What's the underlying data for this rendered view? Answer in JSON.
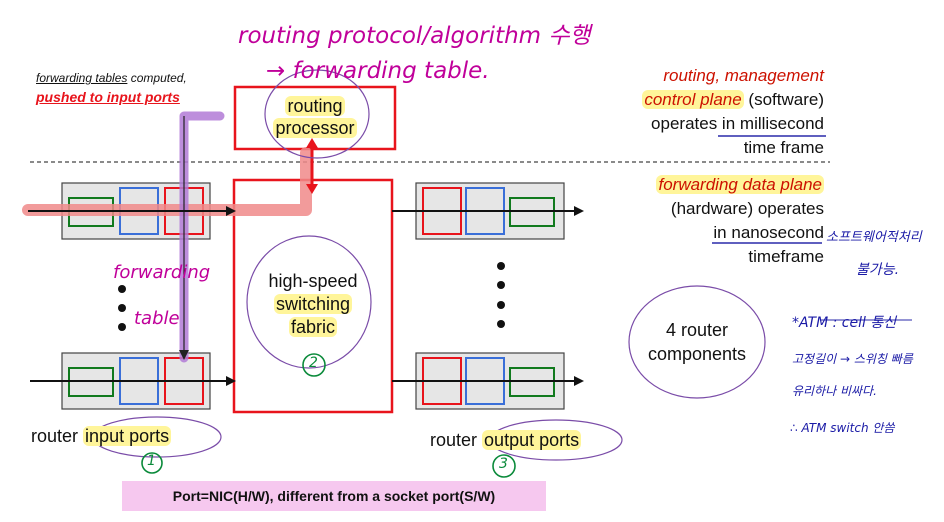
{
  "labels": {
    "fwd_tables_computed": "forwarding tables computed,",
    "pushed_to_input": "pushed to input ports",
    "routing_processor_line1": "routing",
    "routing_processor_line2": "processor",
    "fabric_line1": "high-speed",
    "fabric_line2": "switching",
    "fabric_line3": "fabric",
    "components_line1": "4 router",
    "components_line2": "components",
    "router_input_prefix": "router",
    "router_input_ports": "input ports",
    "router_output_prefix": "router",
    "router_output_ports": "output ports",
    "port_note": "Port=NIC(H/W), different from a socket port(S/W)"
  },
  "control_plane": {
    "routing": "routing",
    "comma_management": ", management",
    "control_plane": "control plane",
    "software": "(software)",
    "operates_in": "operates in",
    "millisecond": "millisecond",
    "time_frame": "time frame"
  },
  "data_plane": {
    "forwarding_data_plane": "forwarding data plane",
    "hardware": "(hardware) operates",
    "in": "in",
    "nanosecond": "nanosecond",
    "timeframe": "timeframe"
  },
  "handwriting": {
    "top_line1": "routing protocol/algorithm 수행",
    "top_line2": "→ forwarding table.",
    "forwarding_table_1": "forwarding",
    "forwarding_table_2": "table",
    "nano_note_1": "소프트웨어적처리",
    "nano_note_2": "불가능.",
    "atm_1": "*ATM : cell 통신",
    "atm_2": "고정길이 → 스위칭 빠름",
    "atm_3": "유리하나 비싸다.",
    "atm_4": "∴ ATM switch 안씀",
    "num_1": "1",
    "num_2": "2",
    "num_3": "3"
  },
  "colors": {
    "red": "#e8141c",
    "green": "#117a1e",
    "blue": "#3a6fd8",
    "pink_band": "#f08a8a",
    "purple_band": "#b27ad6",
    "highlight": "#fff59a",
    "port_note_bg": "#f6c8ef"
  }
}
